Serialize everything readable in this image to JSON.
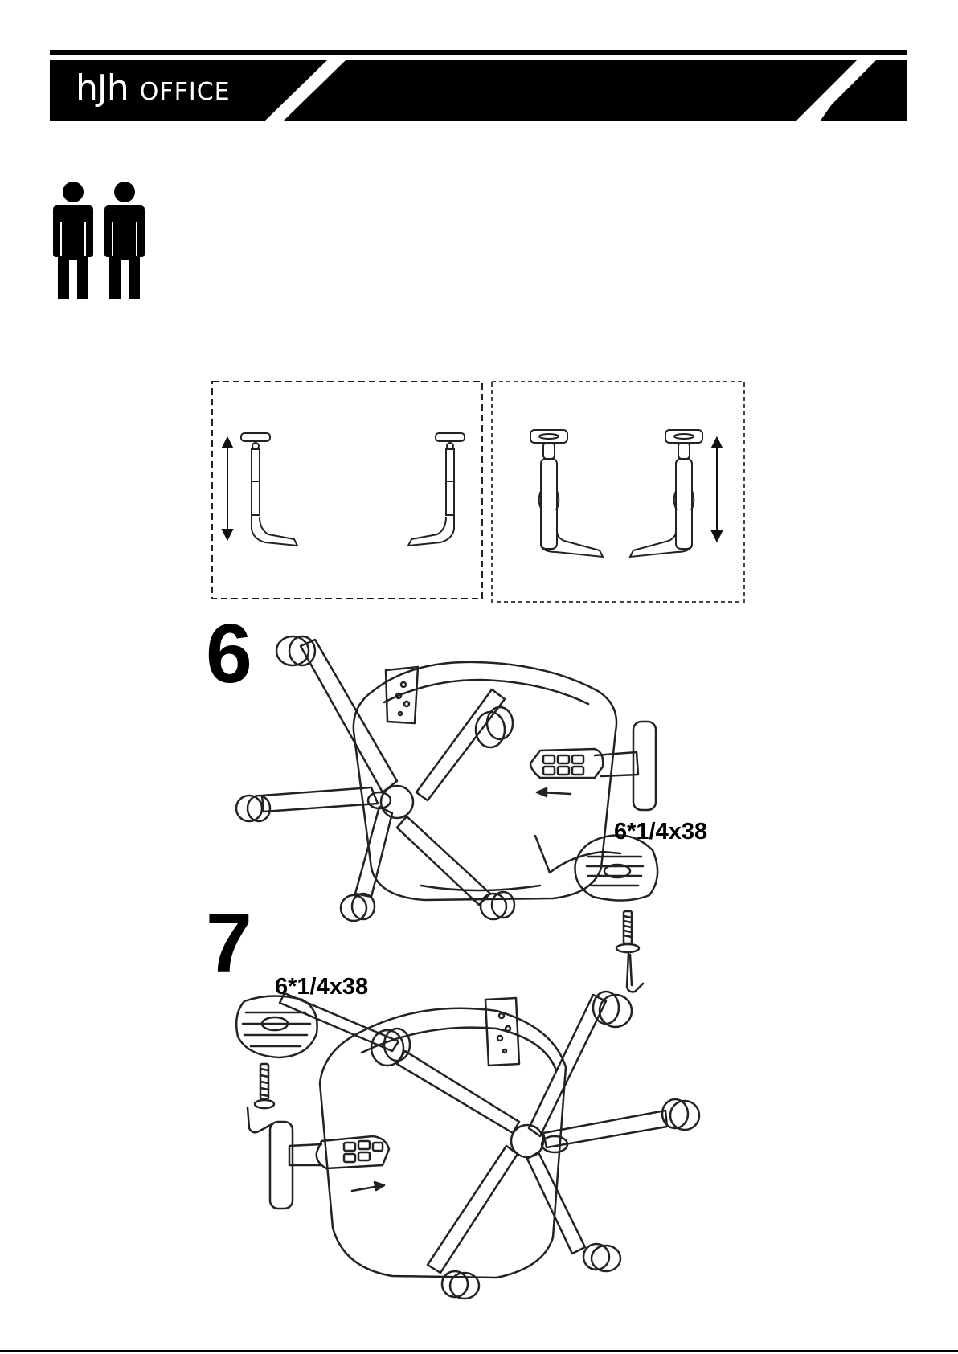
{
  "header": {
    "brand_main": "hJh",
    "brand_sub": "OFFICE"
  },
  "icons": {
    "persons": "two-persons-icon",
    "armrest": "armrest-height-adjust-icon",
    "arrow": "double-arrow-icon"
  },
  "steps": [
    {
      "number": "6",
      "spec": "6*1/4x38"
    },
    {
      "number": "7",
      "spec": "6*1/4x38"
    }
  ]
}
